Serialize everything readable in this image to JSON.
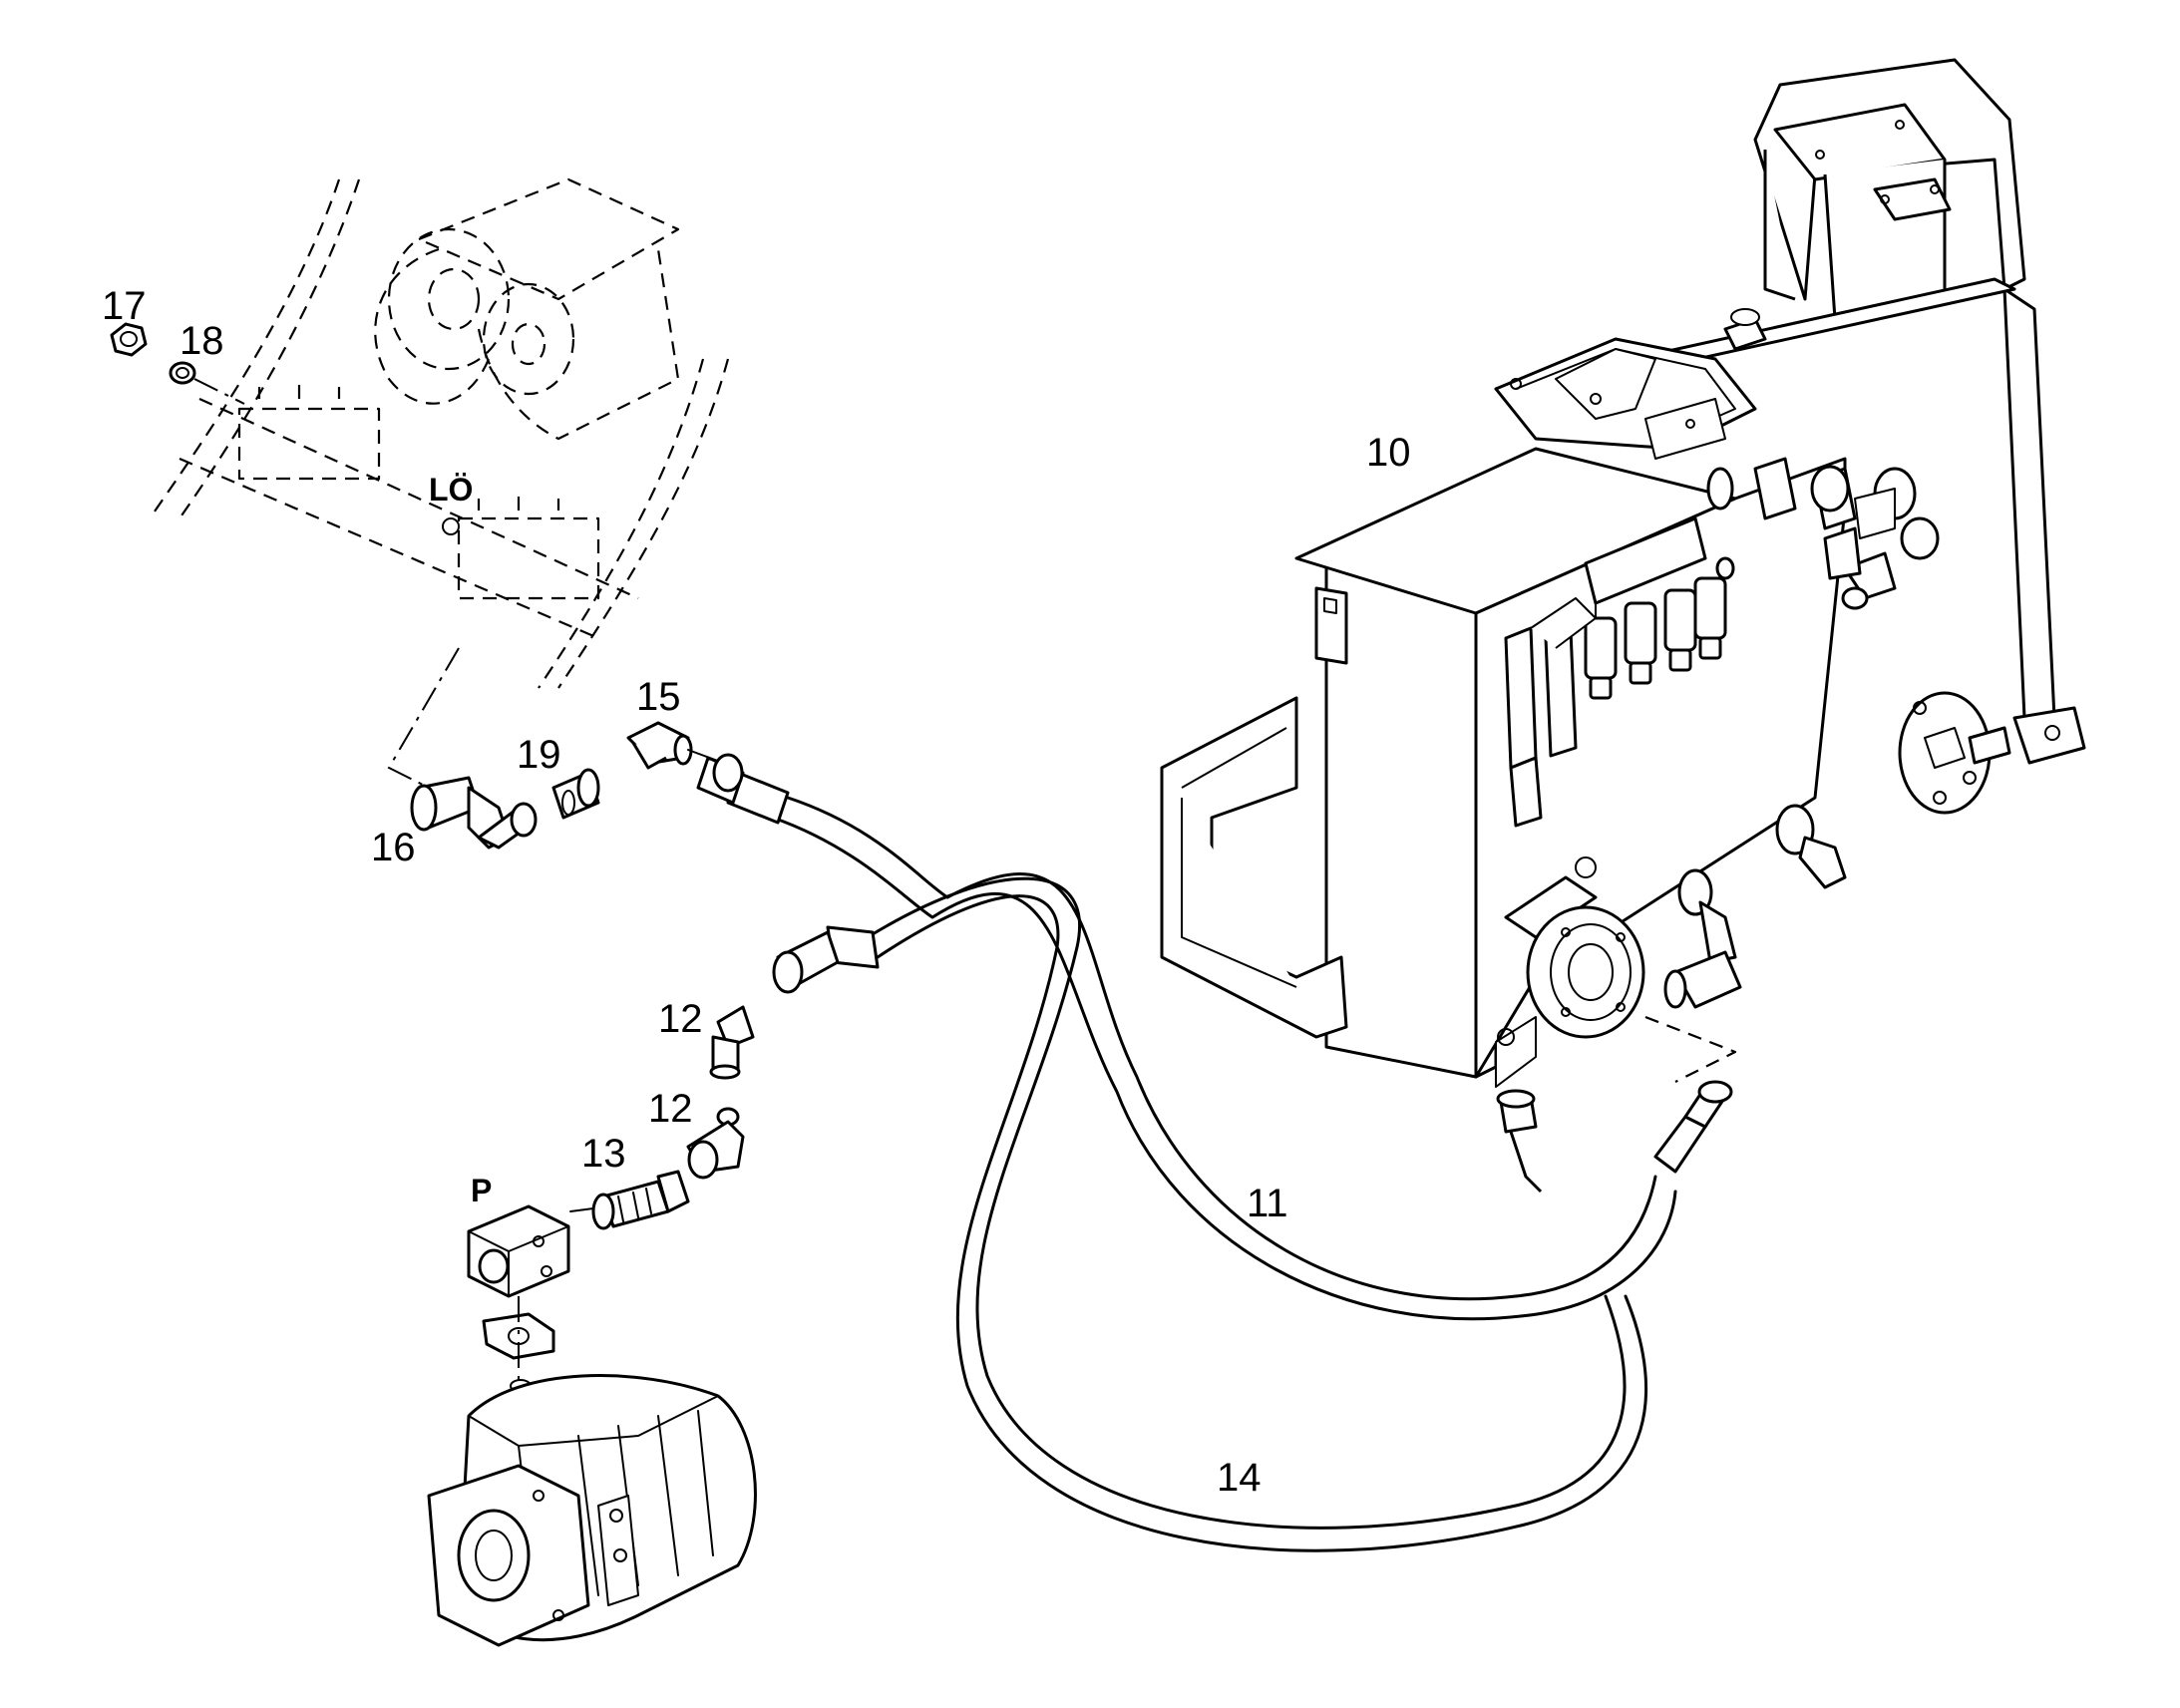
{
  "callouts": {
    "c10": "10",
    "c11": "11",
    "c12a": "12",
    "c12b": "12",
    "c13": "13",
    "c14": "14",
    "c15": "15",
    "c16": "16",
    "c17": "17",
    "c18": "18",
    "c19": "19",
    "lo": "LÖ",
    "p": "P"
  },
  "colors": {
    "line": "#000000",
    "background": "#ffffff"
  }
}
